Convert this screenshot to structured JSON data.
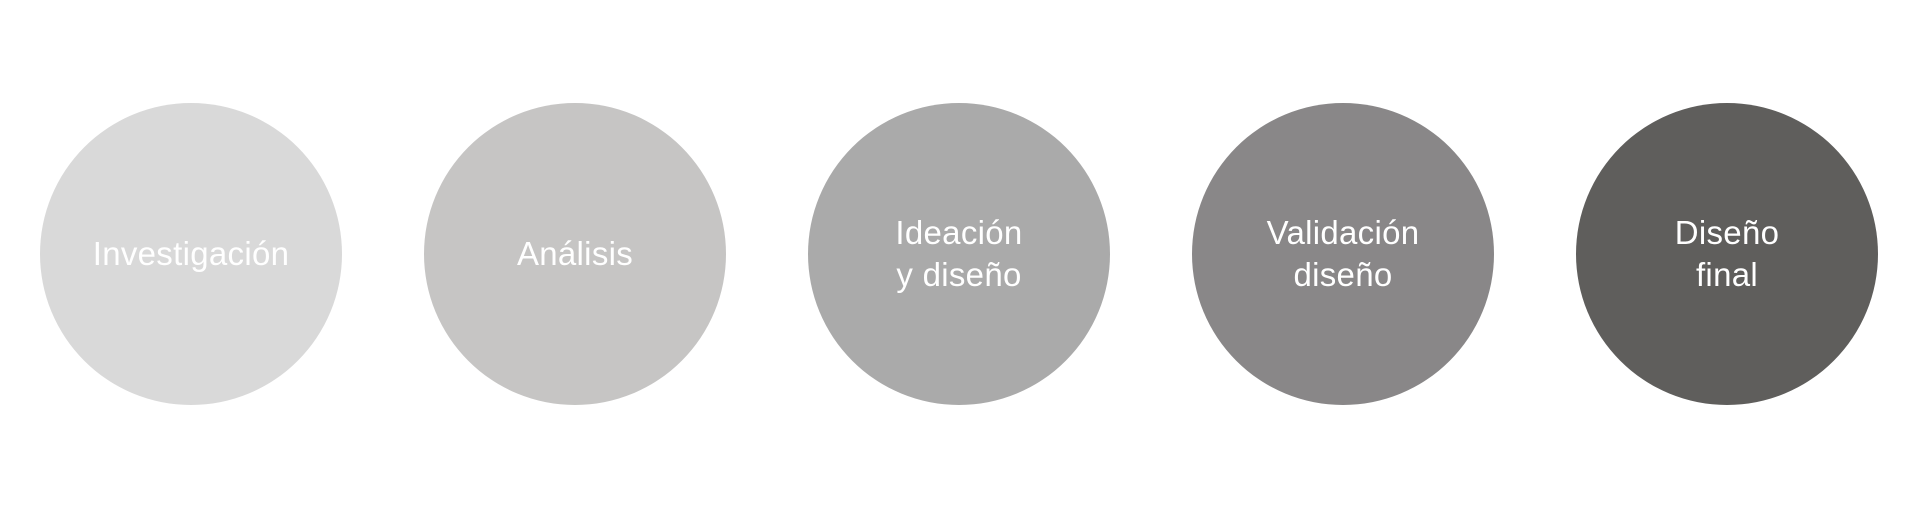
{
  "diagram": {
    "type": "process-steps",
    "steps": [
      {
        "label": "Investigación",
        "color": "#d9d9d9"
      },
      {
        "label": "Análisis",
        "color": "#c6c5c4"
      },
      {
        "label": "Ideación\ny diseño",
        "color": "#aaaaaa"
      },
      {
        "label": "Validación\ndiseño",
        "color": "#898788"
      },
      {
        "label": "Diseño\nfinal",
        "color": "#5f5e5c"
      }
    ]
  }
}
